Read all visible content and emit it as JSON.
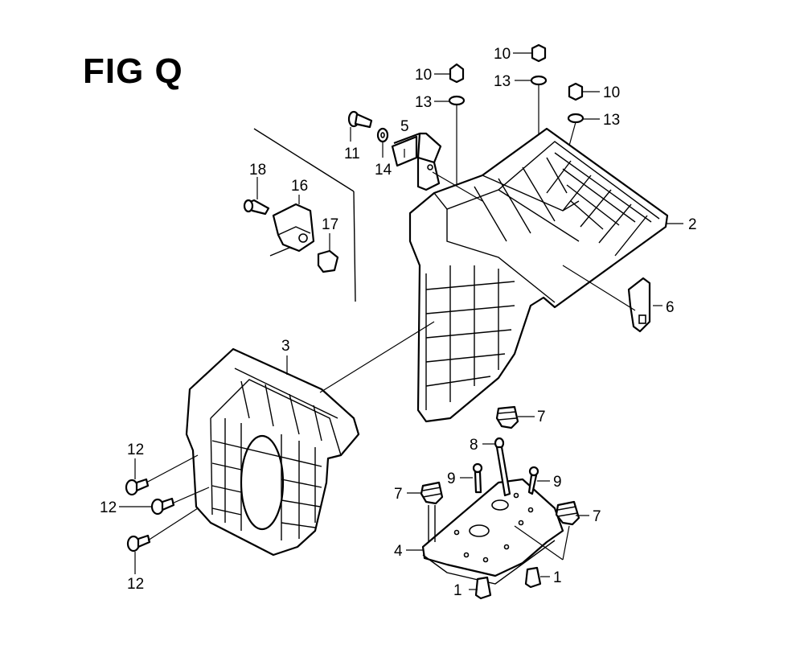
{
  "title": "FIG Q",
  "labels": {
    "l1a": "1",
    "l1b": "1",
    "l2": "2",
    "l3": "3",
    "l4": "4",
    "l5": "5",
    "l6": "6",
    "l7a": "7",
    "l7b": "7",
    "l7c": "7",
    "l8": "8",
    "l9a": "9",
    "l9b": "9",
    "l10a": "10",
    "l10b": "10",
    "l10c": "10",
    "l11": "11",
    "l12a": "12",
    "l12b": "12",
    "l12c": "12",
    "l13a": "13",
    "l13b": "13",
    "l13c": "13",
    "l14": "14",
    "l16": "16",
    "l17": "17",
    "l18": "18"
  }
}
